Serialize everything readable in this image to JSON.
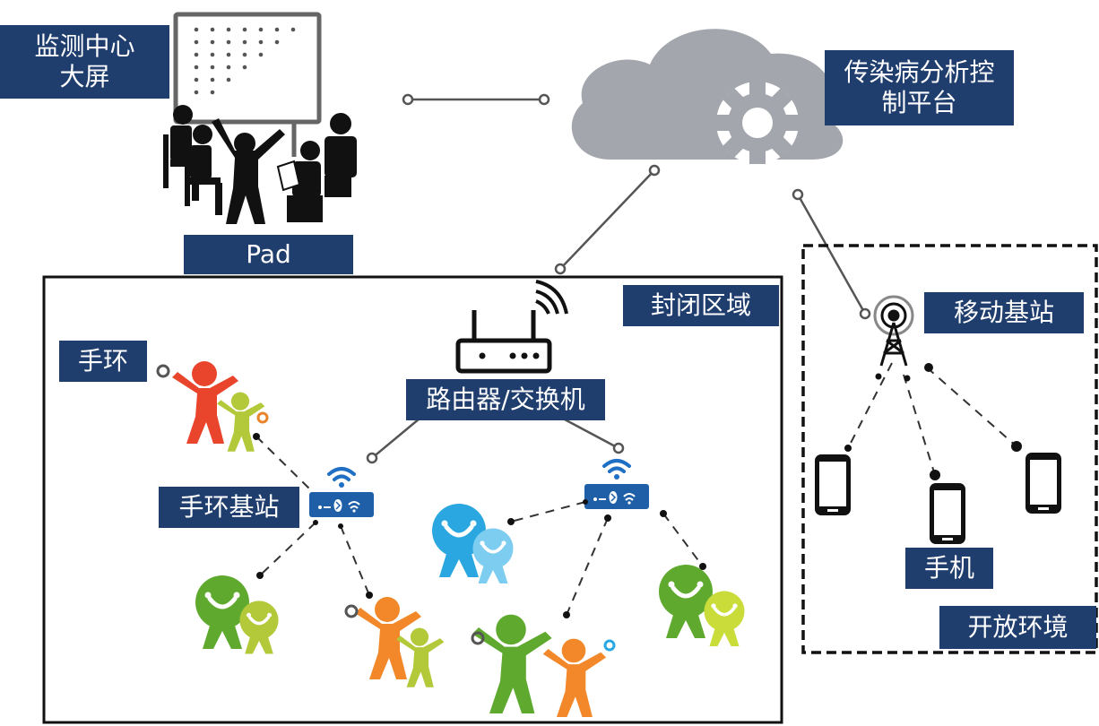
{
  "labels": {
    "monitor_center": "监测中心\n大屏",
    "pad": "Pad",
    "platform": "传染病分析控\n制平台",
    "closed_area": "封闭区域",
    "router": "路由器/交换机",
    "bracelet": "手环",
    "bracelet_base": "手环基站",
    "mobile_base": "移动基站",
    "phone": "手机",
    "open_env": "开放环境"
  },
  "colors": {
    "label_bg": "#1f3e6e",
    "cloud": "#a3a6ad",
    "icon_dark": "#111111",
    "base_blue": "#1f5fa8",
    "wifi_blue": "#1f6fc4",
    "red_person": "#e8452c",
    "lime_person": "#b3c93a",
    "green_person": "#5faa2e",
    "orange_person": "#f2882a",
    "blue_person": "#2aa7e0"
  },
  "icons": [
    "monitor-screen-icon",
    "people-icon",
    "cloud-gear-icon",
    "router-icon",
    "bracelet-base-icon",
    "tower-icon",
    "phone-icon",
    "person-figure-icon"
  ]
}
